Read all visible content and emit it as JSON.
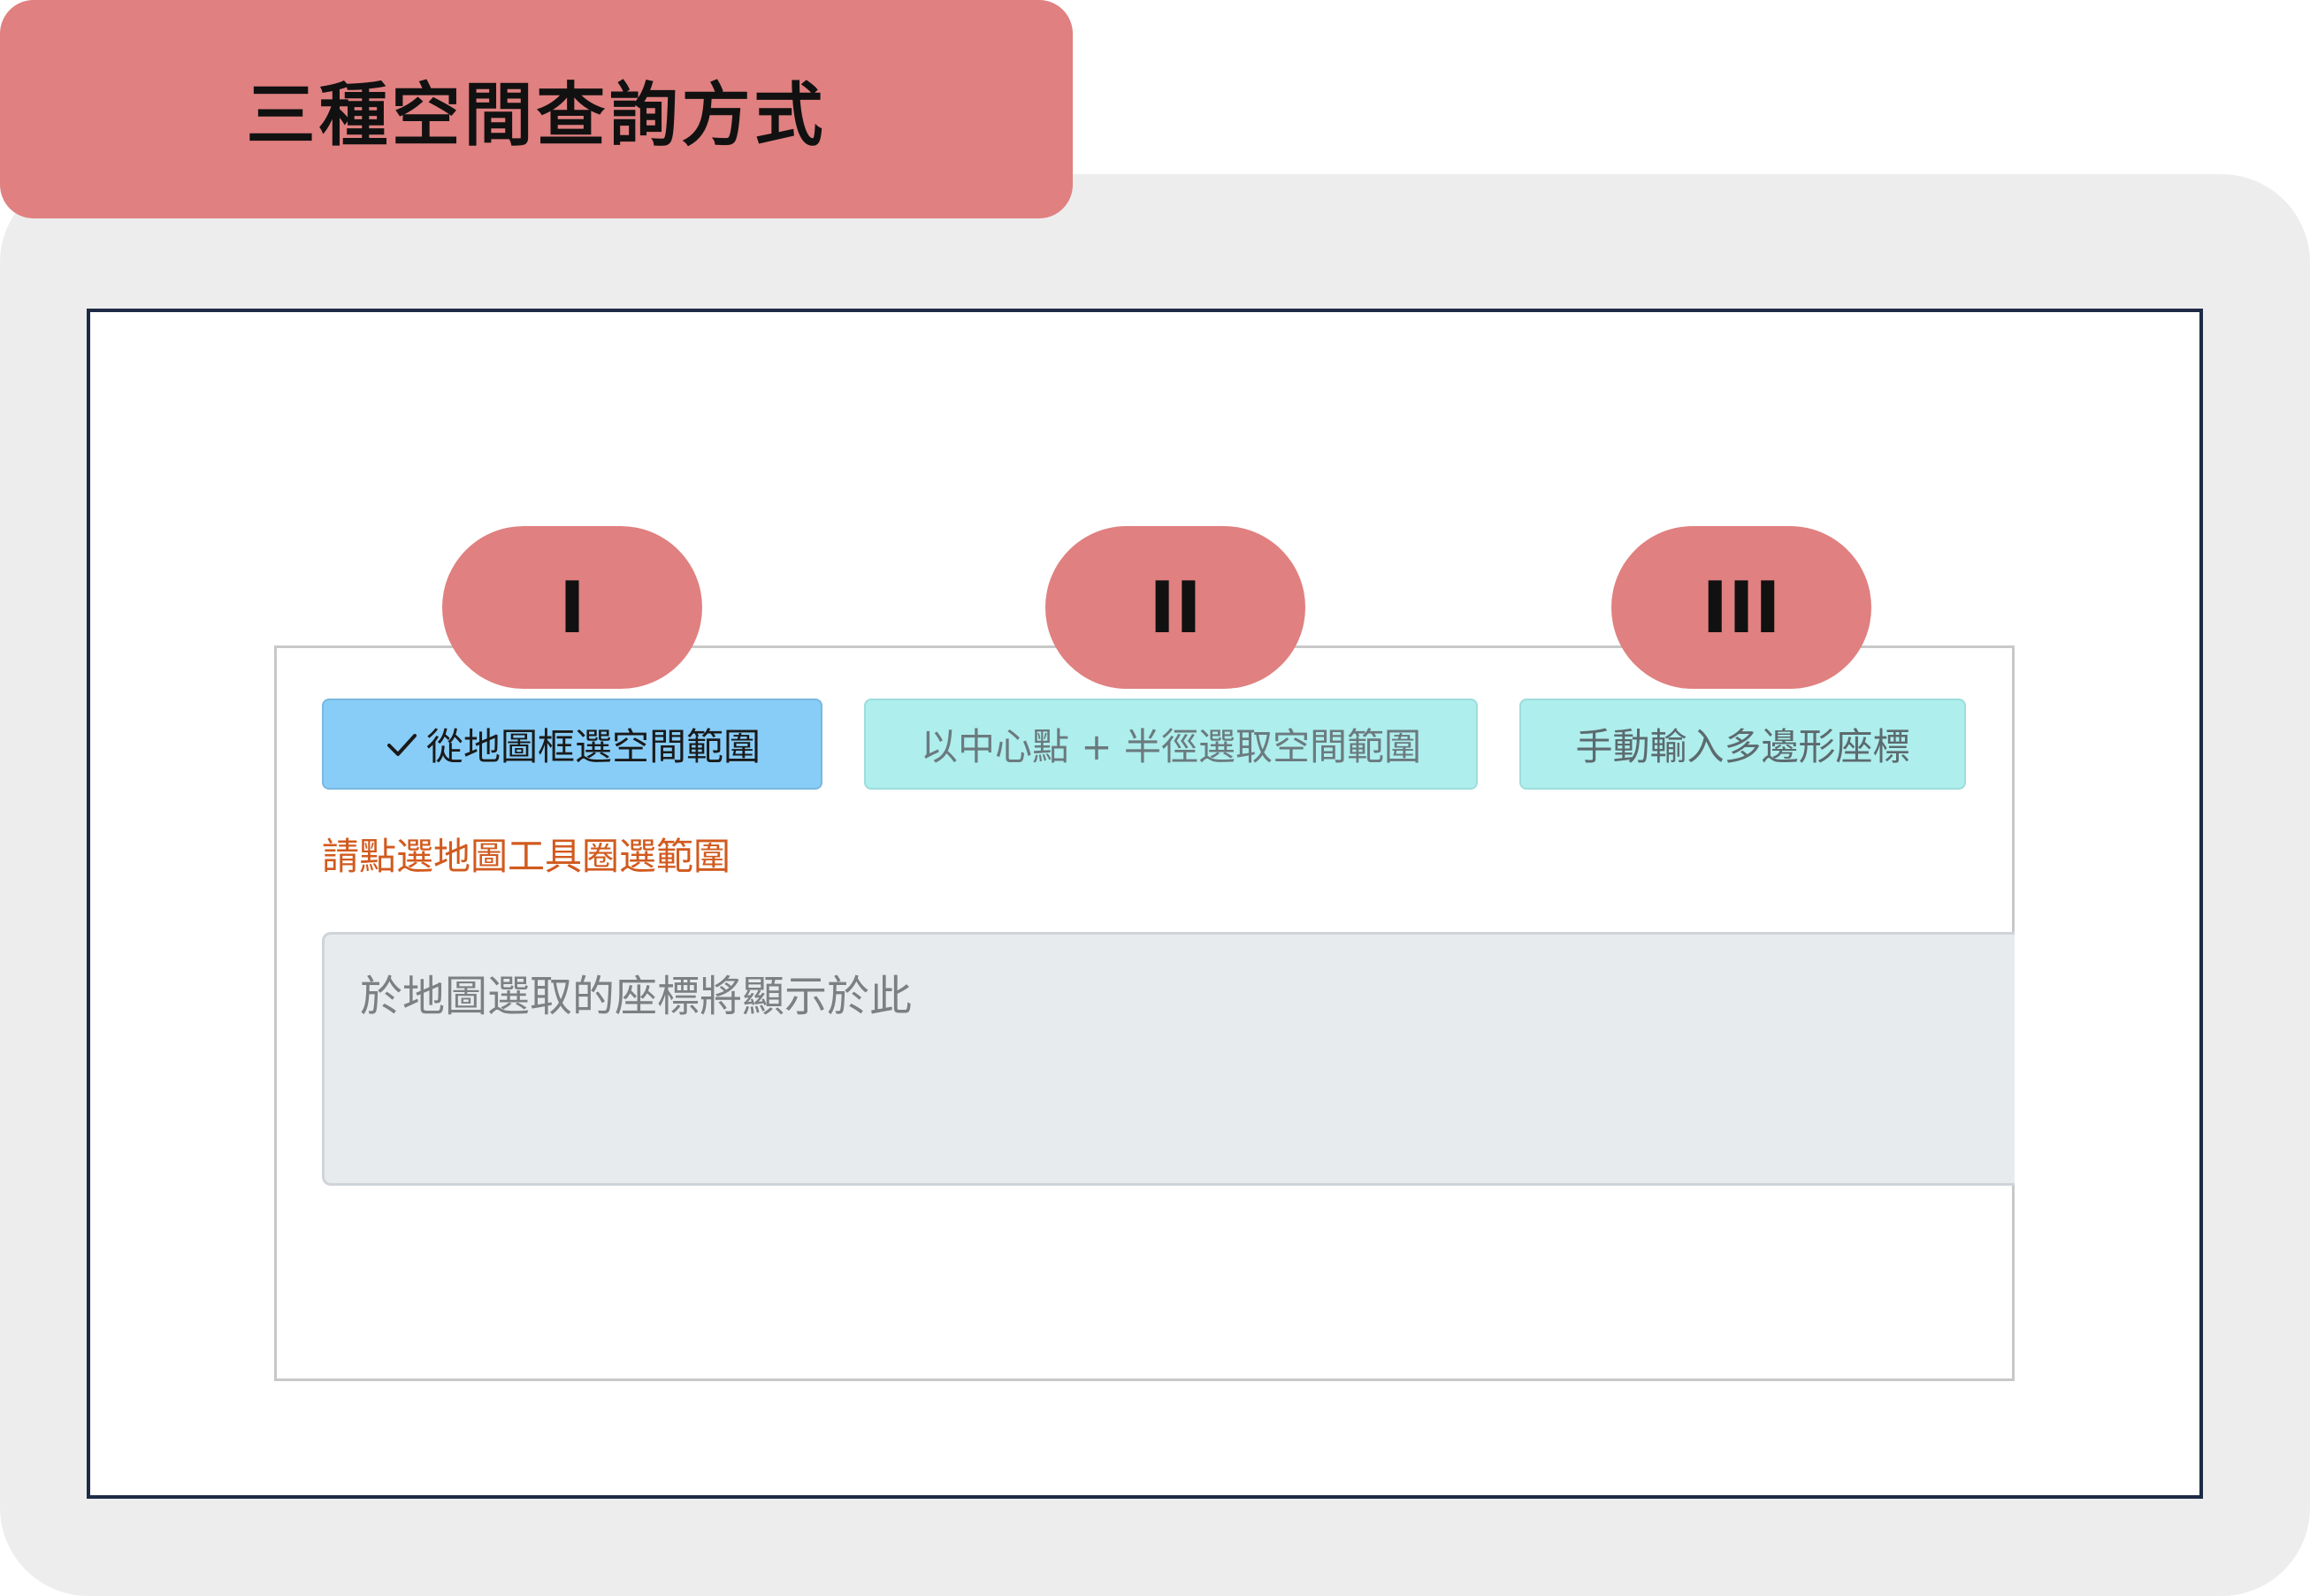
{
  "header": {
    "title": "三種空間查詢方式"
  },
  "modes": {
    "box_select": {
      "check_icon": "checkmark-icon",
      "label": "從地圖框選空間範圍",
      "selected": true
    },
    "radius_select": {
      "label": "以中心點 + 半徑選取空間範圍",
      "selected": false
    },
    "polygon_input": {
      "label": "手動輸入多邊形座標",
      "selected": false
    }
  },
  "hint": {
    "text": "請點選地圖工具圈選範圍"
  },
  "coords": {
    "placeholder": "於地圖選取的座標將顯示於此",
    "value": ""
  },
  "badges": {
    "first": "I",
    "second": "II",
    "third": "III"
  },
  "colors": {
    "title_tab": "#e08080",
    "badge": "#e08080",
    "selected_button": "#88cdf8",
    "unselected_button": "#aeeeed",
    "hint": "#d15a1e",
    "frame_border": "#1e2b45",
    "card_background": "#ededee"
  }
}
